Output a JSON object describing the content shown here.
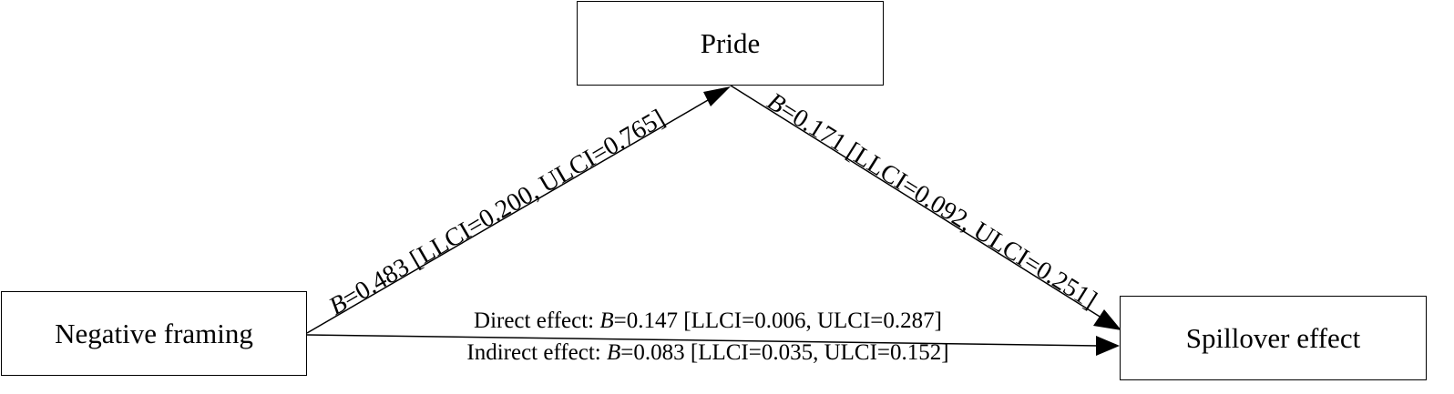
{
  "nodes": {
    "pride": "Pride",
    "negative_framing": "Negative framing",
    "spillover_effect": "Spillover effect"
  },
  "paths": {
    "a": {
      "b_symbol": "B",
      "text": "=0.483 [LLCI=0.200, ULCI=0.765]"
    },
    "b": {
      "b_symbol": "B",
      "text": "=0.171 [LLCI=0.092, ULCI=0.251]"
    },
    "direct": {
      "prefix": "Direct effect: ",
      "b_symbol": "B",
      "text": "=0.147 [LLCI=0.006, ULCI=0.287]"
    },
    "indirect": {
      "prefix": "Indirect effect: ",
      "b_symbol": "B",
      "text": "=0.083 [LLCI=0.035, ULCI=0.152]"
    }
  }
}
